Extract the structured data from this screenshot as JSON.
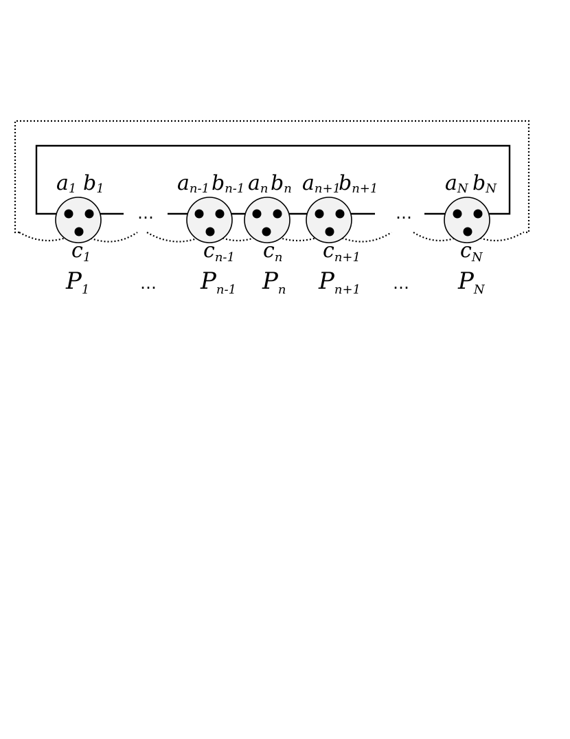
{
  "diagram": {
    "ellipsis": "…",
    "nodes": [
      {
        "id": "1",
        "a": "a",
        "a_sub": "1",
        "b": "b",
        "b_sub": "1",
        "c": "c",
        "c_sub": "1",
        "p": "P",
        "p_sub": "1"
      },
      {
        "id": "n-1",
        "a": "a",
        "a_sub": "n-1",
        "b": "b",
        "b_sub": "n-1",
        "c": "c",
        "c_sub": "n-1",
        "p": "P",
        "p_sub": "n-1"
      },
      {
        "id": "n",
        "a": "a",
        "a_sub": "n",
        "b": "b",
        "b_sub": "n",
        "c": "c",
        "c_sub": "n",
        "p": "P",
        "p_sub": "n"
      },
      {
        "id": "n+1",
        "a": "a",
        "a_sub": "n+1",
        "b": "b",
        "b_sub": "n+1",
        "c": "c",
        "c_sub": "n+1",
        "p": "P",
        "p_sub": "n+1"
      },
      {
        "id": "N",
        "a": "a",
        "a_sub": "N",
        "b": "b",
        "b_sub": "N",
        "c": "c",
        "c_sub": "N",
        "p": "P",
        "p_sub": "N"
      }
    ],
    "colors": {
      "node_fill": "#f2f2f2",
      "stroke": "#000000"
    }
  }
}
